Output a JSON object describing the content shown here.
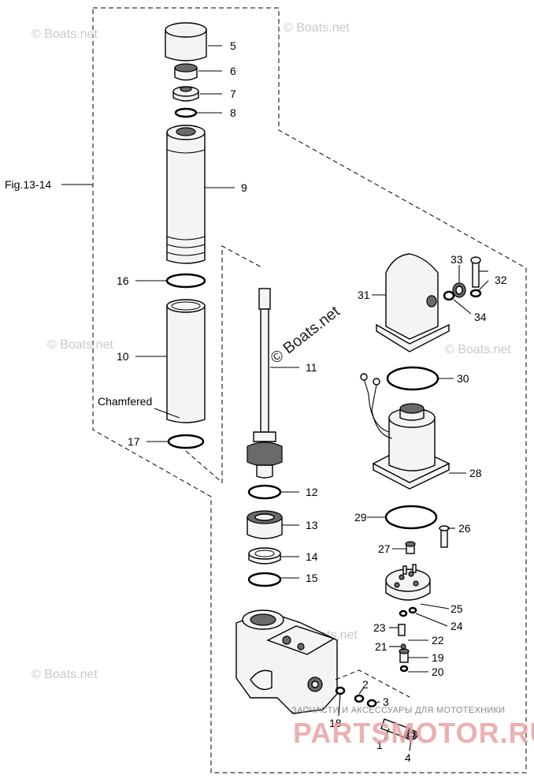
{
  "figure_ref": "Fig.13-14",
  "annotation": "Chamfered",
  "watermarks": {
    "small": "© Boats.net",
    "large": "© Boats.net",
    "brand_tagline": "ЗАПЧАСТИ И АКСЕССУАРЫ ДЛЯ МОТОТЕХНИКИ",
    "brand_name": "PARTSMOTOR.RU"
  },
  "callouts": {
    "c1": "1",
    "c2": "2",
    "c3": "3",
    "c4": "4",
    "c5": "5",
    "c6": "6",
    "c7": "7",
    "c8": "8",
    "c9": "9",
    "c10": "10",
    "c11": "11",
    "c12": "12",
    "c13": "13",
    "c14": "14",
    "c15": "15",
    "c16": "16",
    "c17": "17",
    "c18": "18",
    "c19": "19",
    "c20": "20",
    "c21": "21",
    "c22": "22",
    "c23": "23",
    "c24": "24",
    "c25": "25",
    "c26": "26",
    "c27": "27",
    "c28": "28",
    "c29": "29",
    "c30": "30",
    "c31": "31",
    "c32": "32",
    "c33": "33",
    "c34": "34"
  }
}
